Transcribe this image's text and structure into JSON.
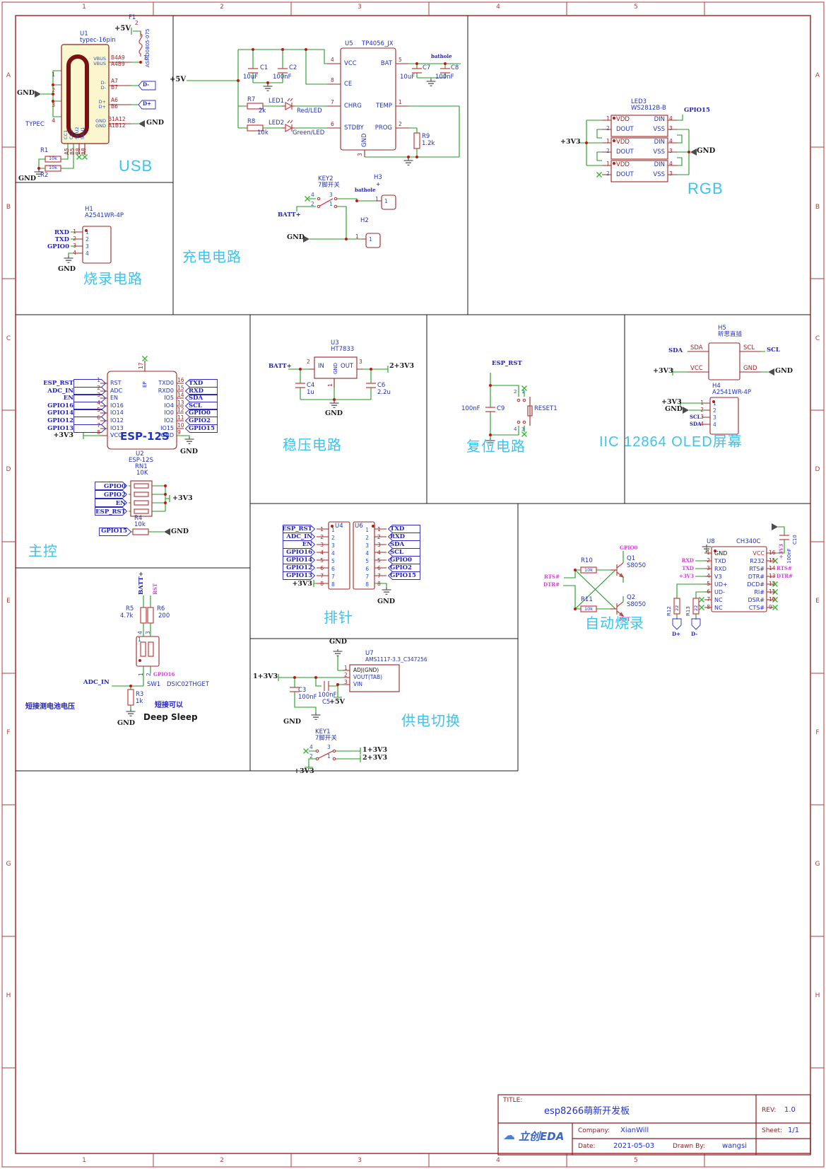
{
  "frame": {
    "cols": [
      "1",
      "2",
      "3",
      "4",
      "5"
    ],
    "rows": [
      "A",
      "B",
      "C",
      "D",
      "E",
      "F",
      "G",
      "H"
    ]
  },
  "usb": {
    "title": "USB",
    "u1": {
      "ref": "U1",
      "value": "typec-16pin",
      "conn": "TYPEC",
      "left_pins": [
        "1",
        "2",
        "3",
        "4"
      ],
      "rows": [
        {
          "a": "VBUS",
          "b": "VBUS",
          "pa": "B4A9",
          "pb": "A4B9"
        },
        {
          "a": "D-",
          "b": "D-",
          "pa": "A7",
          "pb": "B7"
        },
        {
          "a": "D+",
          "b": "D+",
          "pa": "A6",
          "pb": "B6"
        },
        {
          "a": "GND",
          "b": "GND",
          "pa": "B1A12",
          "pb": "A1B12"
        }
      ],
      "bot_names": [
        "CC1",
        "CC2",
        "SBU2",
        "SBU1"
      ],
      "bot_pins": [
        "A5",
        "B5",
        "B8",
        "A8"
      ]
    },
    "f1": {
      "ref": "F1",
      "value": "ASMD0805-075",
      "p1": "1",
      "p2": "2"
    },
    "r1": {
      "ref": "R1",
      "value": "10k"
    },
    "r2": {
      "ref": "R2",
      "value": "10k"
    },
    "net_5v": "+5V",
    "net_gnd": "GND",
    "net_gnd2": "GND",
    "net_gnd3": "GND",
    "net_dm": "D-",
    "net_dp": "D+"
  },
  "burn": {
    "title": "烧录电路",
    "h1": {
      "ref": "H1",
      "value": "A2541WR-4P",
      "pins": [
        "1",
        "2",
        "3",
        "4"
      ]
    },
    "nets": [
      "RXD",
      "TXD",
      "GPIO0"
    ],
    "net_gnd": "GND"
  },
  "charge": {
    "title": "充电电路",
    "u5": {
      "ref": "U5",
      "value": "TP4056_JX",
      "lnames": [
        "VCC",
        "CE",
        "CHRG",
        "STDBY"
      ],
      "lpins": [
        "4",
        "8",
        "7",
        "6"
      ],
      "rnames": [
        "BAT",
        "TEMP",
        "PROG"
      ],
      "rpins": [
        "5",
        "1",
        "2"
      ],
      "bname": "GND",
      "bpin": "3"
    },
    "c1": {
      "ref": "C1",
      "value": "10uF"
    },
    "c2": {
      "ref": "C2",
      "value": "100nF"
    },
    "c7": {
      "ref": "C7",
      "value": "10uF"
    },
    "c8": {
      "ref": "C8",
      "value": "100nF"
    },
    "r7": {
      "ref": "R7",
      "value": "2k"
    },
    "r8": {
      "ref": "R8",
      "value": "10k"
    },
    "r9": {
      "ref": "R9",
      "value": "1.2k"
    },
    "led1": {
      "ref": "LED1",
      "value": "Red/LED"
    },
    "led2": {
      "ref": "LED2",
      "value": "Green/LED"
    },
    "key2": {
      "ref": "KEY2",
      "value": "7脚开关",
      "pins": [
        "4",
        "2",
        "3",
        "1"
      ]
    },
    "h3": {
      "ref": "H3",
      "plus": "+",
      "net": "bathole",
      "pin": "1"
    },
    "h2": {
      "ref": "H2",
      "pin": "1"
    },
    "net_5v": "+5V",
    "net_bathole": "bathole",
    "net_batt": "BATT+",
    "net_gnd": "GND"
  },
  "rgb": {
    "title": "RGB",
    "led3": {
      "ref": "LED3",
      "value": "WS2812B-B"
    },
    "cell": {
      "vdd": "VDD",
      "dout": "DOUT",
      "din": "DIN",
      "vss": "VSS",
      "p1": "1",
      "p2": "2",
      "p4": "4",
      "p3": "3"
    },
    "net_gpio15": "GPIO15",
    "net_3v3": "+3V3",
    "net_gnd": "GND"
  },
  "mcu": {
    "title": "主控",
    "u2": {
      "ref": "U2",
      "value": "ESP-12S",
      "big": "ESP-12S",
      "ep": "EP",
      "ep_pin": "17",
      "lnets": [
        "ESP_RST",
        "ADC_IN",
        "EN",
        "GPIO16",
        "GPIO14",
        "GPIO12",
        "GPIO13",
        "+3V3"
      ],
      "lpins": [
        "1",
        "2",
        "3",
        "4",
        "5",
        "6",
        "7",
        "8"
      ],
      "lnames": [
        "RST",
        "ADC",
        "EN",
        "IO16",
        "IO14",
        "IO12",
        "IO13",
        "VCC"
      ],
      "rnames": [
        "TXD0",
        "RXD0",
        "IO5",
        "IO4",
        "IO0",
        "IO2",
        "IO15",
        "GND"
      ],
      "rpins": [
        "16",
        "15",
        "14",
        "13",
        "12",
        "11",
        "10",
        "9"
      ],
      "rnets": [
        "TXD",
        "RXD",
        "SDA",
        "SCL",
        "GPIO0",
        "GPIO2",
        "GPIO15"
      ]
    },
    "net_gnd": "GND",
    "rn1": {
      "ref": "RN1",
      "value": "10K",
      "nets": [
        "GPIO0",
        "GPIO2",
        "EN",
        "ESP_RST"
      ],
      "net": "+3V3"
    },
    "r4": {
      "ref": "R4",
      "value": "10k",
      "net": "GPIO15",
      "net_gnd": "GND"
    }
  },
  "reg": {
    "title": "稳压电路",
    "u3": {
      "ref": "U3",
      "value": "HT7833",
      "nin": "IN",
      "ngnd": "GND",
      "nout": "OUT",
      "p2": "2",
      "p3": "3",
      "p1": "1"
    },
    "c4": {
      "ref": "C4",
      "value": "1u"
    },
    "c6": {
      "ref": "C6",
      "value": "2.2u"
    },
    "net_batt": "BATT+",
    "net_out": "2+3V3",
    "net_gnd": "GND"
  },
  "reset": {
    "title": "复位电路",
    "net": "ESP_RST",
    "c9": {
      "ref": "C9",
      "value": "100nF"
    },
    "sw": {
      "ref": "RESET1",
      "pins": [
        "2",
        "1",
        "4",
        "3"
      ]
    }
  },
  "iic": {
    "title": "IIC 12864 OLED屏幕",
    "h5": {
      "ref": "H5",
      "value": "昕思直插",
      "sda": "SDA",
      "scl": "SCL",
      "vcc": "VCC",
      "gnd": "GND"
    },
    "h4": {
      "ref": "H4",
      "value": "A2541WR-4P",
      "pins": [
        "1",
        "2",
        "3",
        "4"
      ]
    },
    "net_sda": "SDA",
    "net_scl": "SCL",
    "net_3v3": "+3V3",
    "net_gnd": "GND",
    "h4nets": {
      "v": "+3V3",
      "g": "GND",
      "scl": "SCL",
      "sda": "SDA"
    }
  },
  "hdr": {
    "title": "排针",
    "u4": {
      "ref": "U4",
      "pins": [
        "1",
        "2",
        "3",
        "4",
        "5",
        "6",
        "7",
        "8"
      ],
      "nets": [
        "ESP_RST",
        "ADC_IN",
        "EN",
        "GPIO16",
        "GPIO14",
        "GPIO12",
        "GPIO13",
        "+3V3"
      ]
    },
    "u6": {
      "ref": "U6",
      "pins": [
        "1",
        "2",
        "3",
        "4",
        "5",
        "6",
        "7",
        "8"
      ],
      "nets": [
        "TXD",
        "RXD",
        "SDA",
        "SCL",
        "GPIO0",
        "GPIO2",
        "GPIO15"
      ]
    },
    "net_gnd": "GND"
  },
  "ab": {
    "title": "自动烧录",
    "r10": {
      "ref": "R10",
      "value": "10k"
    },
    "r11": {
      "ref": "R11",
      "value": "10k"
    },
    "q1": {
      "ref": "Q1",
      "value": "S8050",
      "net": "GPIO0"
    },
    "q2": {
      "ref": "Q2",
      "value": "S8050",
      "net": "RST"
    },
    "net_rts": "RTS#",
    "net_dtr": "DTR#",
    "u8": {
      "ref": "U8",
      "value": "CH340C",
      "lnames": [
        "GND",
        "TXD",
        "RXD",
        "V3",
        "UD+",
        "UD-",
        "NC",
        "NC"
      ],
      "lpins": [
        "1",
        "2",
        "3",
        "4",
        "5",
        "6",
        "7",
        "8"
      ],
      "lnets": [
        "RXD",
        "TXD",
        "+3V3"
      ],
      "rnames": [
        "VCC",
        "R232",
        "RTS#",
        "DTR#",
        "DCD#",
        "RI#",
        "DSR#",
        "CTS#"
      ],
      "rpins": [
        "16",
        "15",
        "14",
        "13",
        "12",
        "11",
        "10",
        "9"
      ],
      "rnets": [
        "RTS#",
        "DTR#"
      ]
    },
    "c10": {
      "ref": "C10",
      "value": "100nF",
      "net": "+3V3"
    },
    "r12": {
      "ref": "R12",
      "value": "22"
    },
    "r13": {
      "ref": "R13",
      "value": "22"
    },
    "net_dp": "D+",
    "net_dm": "D-"
  },
  "slp": {
    "r5": {
      "ref": "R5",
      "value": "4.7k"
    },
    "r6": {
      "ref": "R6",
      "value": "200"
    },
    "sw1": {
      "ref": "SW1",
      "value": "DSIC02THGET",
      "p4": "4",
      "p3": "3",
      "p1": "1",
      "p2": "2",
      "pin1": "1"
    },
    "r3": {
      "ref": "R3",
      "value": "1k"
    },
    "net_batt": "BATT+",
    "net_rst": "RST",
    "net_adc": "ADC_IN",
    "net_gpio16": "GPIO16",
    "net_gnd": "GND",
    "note1": "短接测电池电压",
    "note2": "短接可以",
    "note3": "Deep Sleep"
  },
  "pwr": {
    "title": "供电切换",
    "u7": {
      "ref": "U7",
      "value": "AMS1117-3.3_C347256",
      "names": [
        "ADJ(GND)",
        "VOUT(TAB)",
        "VIN"
      ],
      "pins": [
        "1",
        "2",
        "3"
      ]
    },
    "c3": {
      "ref": "C3",
      "value": "100nF"
    },
    "c5": {
      "ref": "C5",
      "value": "100nF"
    },
    "key1": {
      "ref": "KEY1",
      "value": "7脚开关",
      "pins": [
        "4",
        "2",
        "3",
        "1"
      ]
    },
    "net_gnd1": "GND",
    "net_in": "1+3V3",
    "net_5v": "+5V",
    "net_gnd2": "GND",
    "net_o1": "1+3V3",
    "net_o2": "2+3V3",
    "net_3v3": "+3V3"
  },
  "tb": {
    "title_label": "TITLE:",
    "title": "esp8266萌新开发板",
    "rev_label": "REV:",
    "rev": "1.0",
    "company_label": "Company:",
    "company": "XianWill",
    "sheet_label": "Sheet:",
    "sheet": "1/1",
    "date_label": "Date:",
    "date": "2021-05-03",
    "drawn_label": "Drawn By:",
    "drawn": "wangsi",
    "logo": "立创EDA"
  }
}
